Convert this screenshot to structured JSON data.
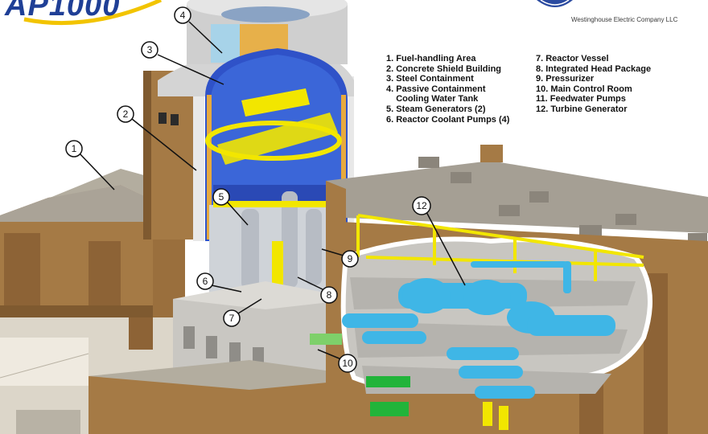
{
  "brand": {
    "logo_text": "AP1000",
    "company": "Westinghouse Electric Company LLC"
  },
  "legend": {
    "column_a": [
      "1. Fuel-handling Area",
      "2. Concrete Shield Building",
      "3. Steel Containment",
      "4. Passive Containment",
      "    Cooling Water Tank",
      "5. Steam Generators (2)",
      "6. Reactor Coolant Pumps (4)"
    ],
    "column_b": [
      "7. Reactor Vessel",
      "8. Integrated Head Package",
      "9. Pressurizer",
      "10. Main Control Room",
      "11. Feedwater Pumps",
      "12. Turbine Generator"
    ]
  },
  "callouts": [
    "1",
    "2",
    "3",
    "4",
    "5",
    "6",
    "7",
    "8",
    "9",
    "10",
    "12"
  ],
  "colors": {
    "building_tan": "#a57a45",
    "roof_gray": "#a59f94",
    "containment_blue": "#2f52c8",
    "equipment_cyan": "#3fb6e6",
    "structure_yellow": "#f2e600",
    "concrete_gray": "#c9c7c2",
    "control_room_green": "#21b43a"
  }
}
